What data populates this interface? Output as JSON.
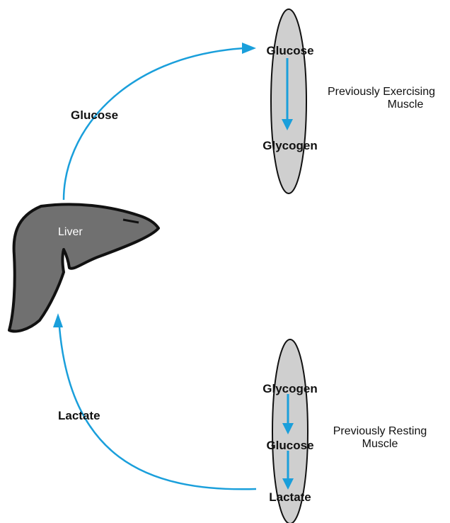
{
  "colors": {
    "arrow": "#1a9fdb",
    "liver_fill": "#707070",
    "muscle_fill": "#cfcfcf",
    "outline": "#111111"
  },
  "liver": {
    "label": "Liver"
  },
  "top_arrow": {
    "label": "Glucose"
  },
  "bottom_arrow": {
    "label": "Lactate"
  },
  "exercising_muscle": {
    "label_line1": "Previously Exercising",
    "label_line2": "Muscle",
    "steps": [
      "Glucose",
      "Glycogen"
    ]
  },
  "resting_muscle": {
    "label_line1": "Previously Resting",
    "label_line2": "Muscle",
    "steps": [
      "Glycogen",
      "Glucose",
      "Lactate"
    ]
  }
}
